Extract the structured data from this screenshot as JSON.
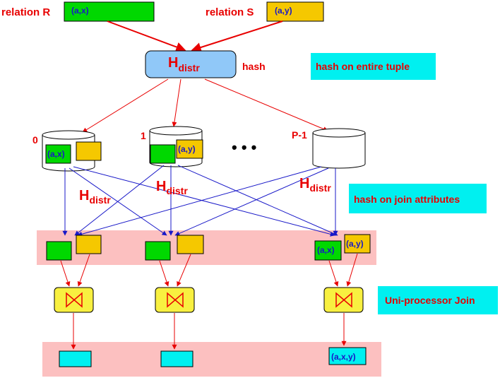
{
  "relation_r": {
    "label": "relation R",
    "tuple": "(a,x)"
  },
  "relation_s": {
    "label": "relation S",
    "tuple": "(a,y)"
  },
  "hash_box": {
    "main": "H",
    "sub": "distr",
    "side_label": "hash"
  },
  "callouts": {
    "entire_tuple": "hash on entire tuple",
    "join_attributes": "hash on join attributes",
    "uniproc_join": "Uni-processor Join"
  },
  "disks": [
    {
      "label": "0",
      "left_tuple": "(a,x)",
      "right_tuple": ""
    },
    {
      "label": "1",
      "left_tuple": "",
      "right_tuple": "(a,y)"
    },
    {
      "label": "P-1",
      "left_tuple": "",
      "right_tuple": ""
    }
  ],
  "ellipsis": "•  •  •",
  "hdistr_labels": [
    {
      "main": "H",
      "sub": "distr"
    },
    {
      "main": "H",
      "sub": "distr"
    },
    {
      "main": "H",
      "sub": "distr"
    }
  ],
  "partition_row": [
    {
      "left_tuple": "",
      "right_tuple": ""
    },
    {
      "left_tuple": "",
      "right_tuple": ""
    },
    {
      "left_tuple": "(a,x)",
      "right_tuple": "(a,y)"
    }
  ],
  "result_row": [
    {
      "tuple": ""
    },
    {
      "tuple": ""
    },
    {
      "tuple": "(a,x,y)"
    }
  ],
  "colors": {
    "red": "#e80000",
    "blue": "#1818c8",
    "green": "#00d800",
    "yellow": "#f5c800",
    "cyan": "#00f0f0",
    "light_blue": "#90c8f8",
    "pink": "#fcc0c0",
    "join_yellow": "#f8f040"
  }
}
